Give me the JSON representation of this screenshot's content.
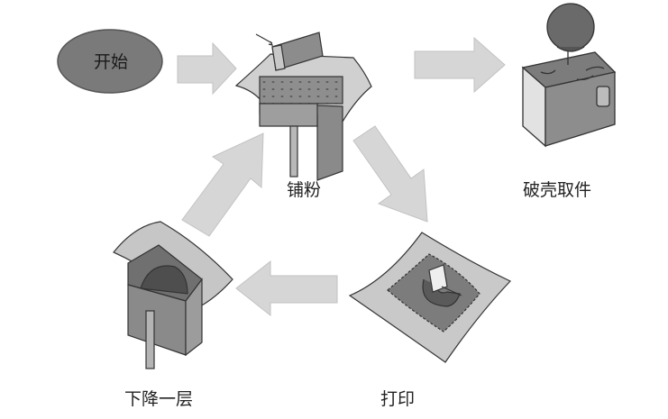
{
  "title": "3D printing (binder jetting) process flow",
  "nodes": {
    "start": {
      "label": "开始",
      "shape": "ellipse",
      "color": "#7a7a7a"
    },
    "powder": {
      "label": "铺粉",
      "icon": "powder-spreading-icon"
    },
    "remove": {
      "label": "破壳取件",
      "icon": "part-removal-icon"
    },
    "print": {
      "label": "打印",
      "icon": "printing-layer-icon"
    },
    "lower": {
      "label": "下降一层",
      "icon": "platform-lower-icon"
    }
  },
  "edges": [
    {
      "from": "start",
      "to": "powder"
    },
    {
      "from": "powder",
      "to": "remove"
    },
    {
      "from": "powder",
      "to": "print"
    },
    {
      "from": "print",
      "to": "lower"
    },
    {
      "from": "lower",
      "to": "powder"
    }
  ],
  "colors": {
    "arrow_fill": "#d4d4d4",
    "arrow_stroke": "#bdbdbd",
    "dark": "#6e6e6e",
    "mid": "#9a9a9a",
    "light": "#cfcfcf"
  }
}
